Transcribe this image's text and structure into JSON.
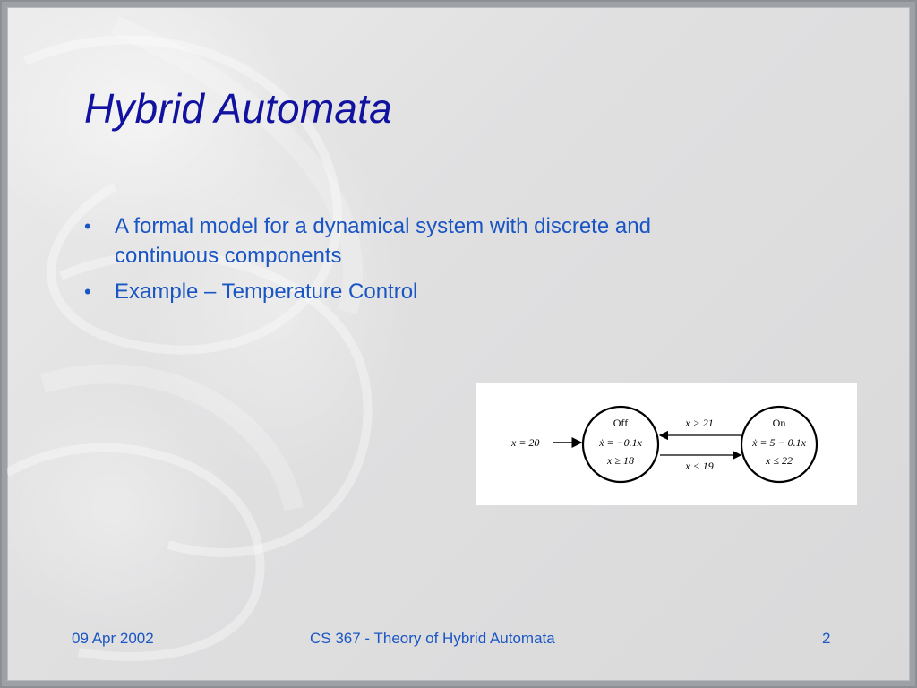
{
  "slide": {
    "title": "Hybrid Automata",
    "bullets": [
      {
        "lines": [
          "A formal model for a dynamical system with discrete and",
          "continuous components"
        ]
      },
      {
        "lines": [
          "Example – Temperature Control"
        ]
      }
    ],
    "bullet_glyph": "•"
  },
  "diagram": {
    "init_label": "x = 20",
    "states": [
      {
        "name": "Off",
        "flow": "ẋ = −0.1x",
        "invariant": "x ≥ 18"
      },
      {
        "name": "On",
        "flow": "ẋ = 5 − 0.1x",
        "invariant": "x ≤ 22"
      }
    ],
    "transitions": [
      {
        "guard": "x > 21"
      },
      {
        "guard": "x < 19"
      }
    ]
  },
  "footer": {
    "date": "09 Apr 2002",
    "course": "CS 367 - Theory of Hybrid Automata",
    "page": "2"
  },
  "colors": {
    "title": "#1212a0",
    "body_text": "#1a55c4"
  }
}
